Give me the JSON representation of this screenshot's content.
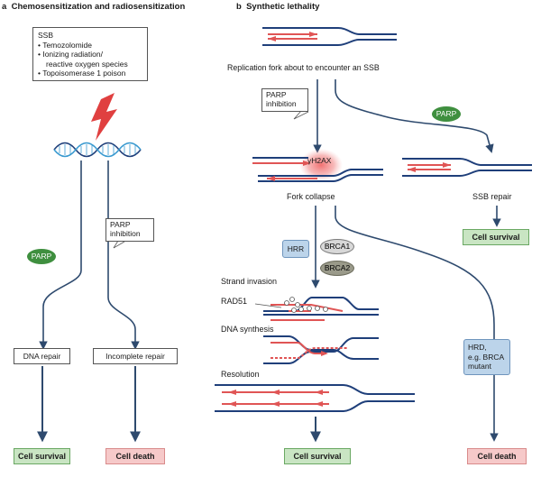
{
  "panel_a": {
    "letter": "a",
    "title": "Chemosensitization and radiosensitization",
    "ssb_box": {
      "title": "SSB",
      "items": [
        "Temozolomide",
        "Ionizing radiation/",
        "reactive oxygen species",
        "Topoisomerase 1 poison"
      ]
    },
    "parp": "PARP",
    "parp_inhibition": [
      "PARP",
      "inhibition"
    ],
    "dna_repair": "DNA repair",
    "incomplete_repair": "Incomplete repair",
    "cell_survival": "Cell survival",
    "cell_death": "Cell death"
  },
  "panel_b": {
    "letter": "b",
    "title": "Synthetic lethality",
    "fork_label": "Replication fork about to encounter an SSB",
    "parp_inhibition": [
      "PARP",
      "inhibition"
    ],
    "parp": "PARP",
    "h2ax": "γH2AX",
    "fork_collapse": "Fork collapse",
    "ssb_repair": "SSB repair",
    "cell_survival_right": "Cell survival",
    "hrr": "HRR",
    "brca1": "BRCA1",
    "brca2": "BRCA2",
    "strand_invasion": "Strand invasion",
    "rad51": "RAD51",
    "dna_synthesis": "DNA synthesis",
    "resolution": "Resolution",
    "hrd": [
      "HRD,",
      "e.g. BRCA",
      "mutant"
    ],
    "cell_survival_bottom": "Cell survival",
    "cell_death": "Cell death"
  },
  "colors": {
    "strand_blue": "#1f3f7a",
    "strand_red": "#e05555",
    "arrow": "#2e4a6e",
    "parp_oval": "#3f8f3f",
    "lightning": "#e04040"
  }
}
